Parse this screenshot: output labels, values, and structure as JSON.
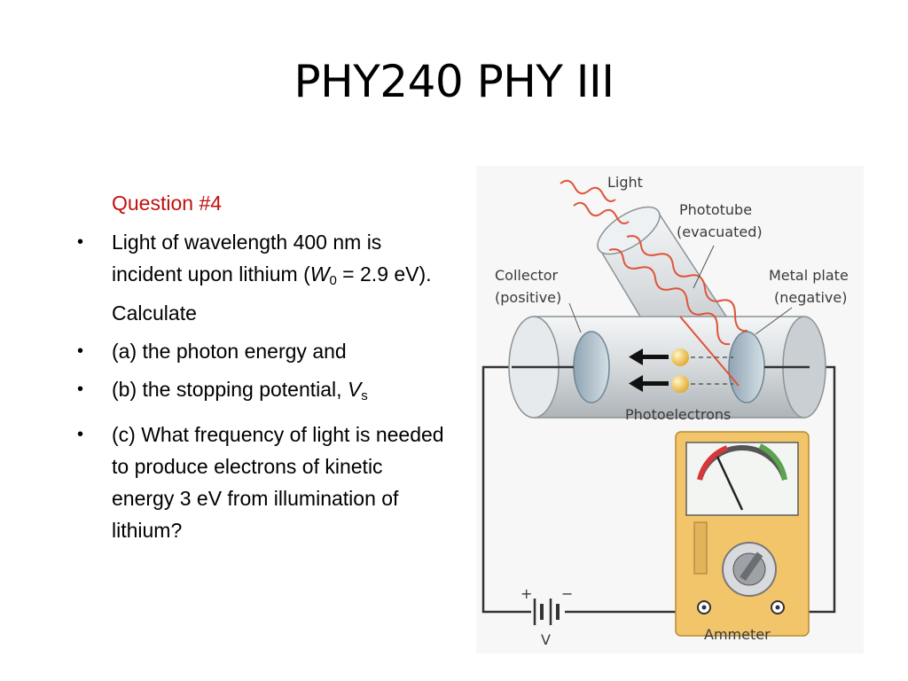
{
  "slide": {
    "title": "PHY240 PHY III",
    "question_label": "Question #4",
    "bullets": [
      {
        "text_before": "Light of wavelength 400 nm is incident upon lithium (",
        "symbol": "W",
        "subscript": "0",
        "text_after": " = 2.9 eV). Calculate"
      },
      {
        "text_before": "(a) the photon energy and"
      },
      {
        "text_before": "(b) the stopping potential, ",
        "symbol": "V",
        "subscript": "s"
      },
      {
        "text_before": "(c) What frequency of light is needed to produce electrons of kinetic energy 3 eV from illumination of lithium?"
      }
    ],
    "bullet_glyph": "•"
  },
  "diagram": {
    "labels": {
      "light": "Light",
      "phototube": "Phototube",
      "evacuated": "(evacuated)",
      "collector": "Collector",
      "positive": "(positive)",
      "metal_plate": "Metal plate",
      "negative": "(negative)",
      "photoelectrons": "Photoelectrons",
      "ammeter": "Ammeter",
      "battery_plus": "+",
      "battery_minus": "−",
      "voltage": "V"
    },
    "colors": {
      "light_wave": "#e0533a",
      "electron": "#f0c44a",
      "ammeter_body": "#f2c56b",
      "wire": "#333333",
      "tube_glass": "#dfe3e6",
      "plate": "#b7c6d0"
    }
  }
}
